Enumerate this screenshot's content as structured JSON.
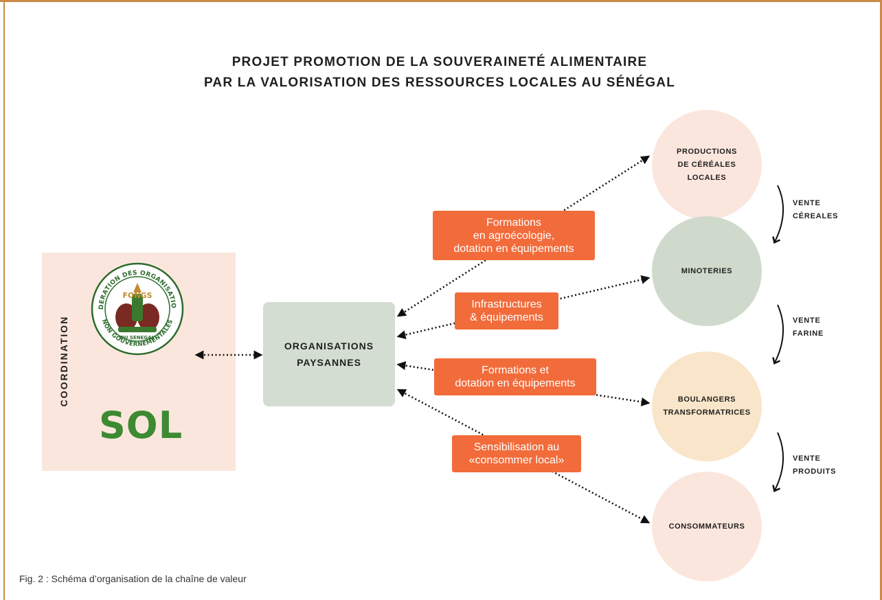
{
  "title": {
    "line1": "PROJET PROMOTION DE LA SOUVERAINETÉ ALIMENTAIRE",
    "line2": "PAR LA VALORISATION DES RESSOURCES LOCALES AU SÉNÉGAL"
  },
  "coordination": {
    "label": "COORDINATION",
    "logos": [
      {
        "name": "fongs-logo",
        "text": "FONGS",
        "ring_text_top": "FEDERATION DES ORGANISATIONS",
        "ring_text_bottom": "NON GOUVERNEMENTALES",
        "inner_text": "DU SENEGAL"
      },
      {
        "name": "sol-logo",
        "text": "SOL"
      }
    ]
  },
  "central_node": {
    "line1": "ORGANISATIONS",
    "line2": "PAYSANNES"
  },
  "actions": [
    {
      "lines": [
        "Formations",
        "en agroécologie,",
        "dotation en équipements"
      ]
    },
    {
      "lines": [
        "Infrastructures",
        "& équipements"
      ]
    },
    {
      "lines": [
        "Formations et",
        "dotation en équipements"
      ]
    },
    {
      "lines": [
        "Sensibilisation au",
        "«consommer local»"
      ]
    }
  ],
  "chain": [
    {
      "lines": [
        "PRODUCTIONS",
        "DE CÉRÉALES",
        "LOCALES"
      ]
    },
    {
      "lines": [
        "MINOTERIES"
      ]
    },
    {
      "lines": [
        "BOULANGERS",
        "TRANSFORMATRICES"
      ]
    },
    {
      "lines": [
        "CONSOMMATEURS"
      ]
    }
  ],
  "flows": [
    {
      "lines": [
        "VENTE",
        "CÉREALES"
      ]
    },
    {
      "lines": [
        "VENTE",
        "FARINE"
      ]
    },
    {
      "lines": [
        "VENTE",
        "PRODUITS"
      ]
    }
  ],
  "caption": "Fig. 2 : Schéma d’organisation de la chaîne de valeur",
  "colors": {
    "frame": "#c98a4b",
    "action": "#f26b3a",
    "coordination_bg": "#fbe6dd",
    "central_node": "#d3ddd1",
    "circle_pink": "#fbe6dd",
    "circle_green": "#cfdacc",
    "circle_yellow": "#f9e5c9",
    "sol_green": "#3c8a32"
  }
}
